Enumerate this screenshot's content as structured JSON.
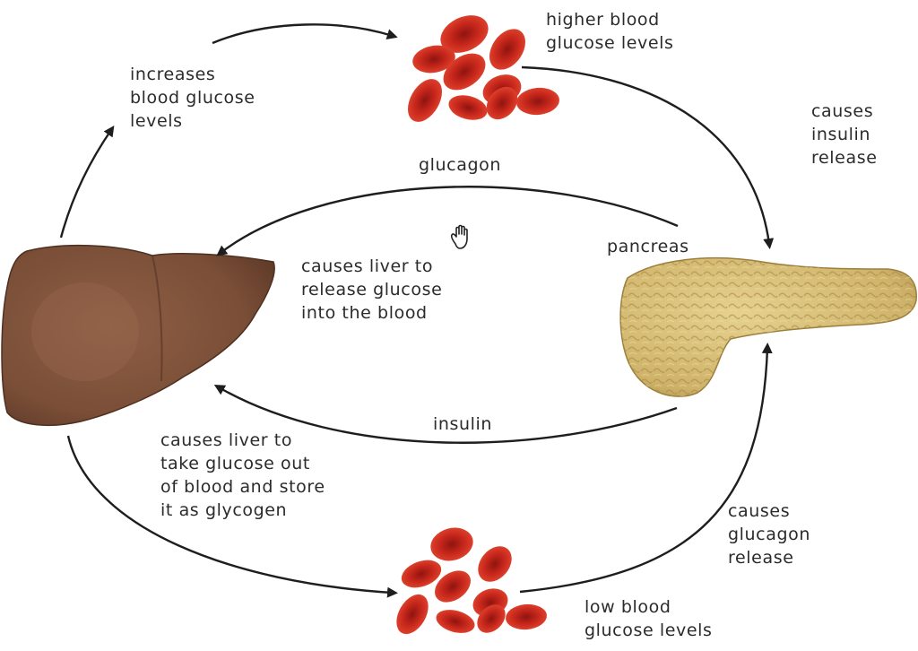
{
  "organs": {
    "liver": "liver",
    "pancreas": "pancreas"
  },
  "labels": {
    "higher_blood_glucose": [
      "higher blood",
      "glucose levels"
    ],
    "increases_blood_glucose": [
      "increases",
      "blood glucose",
      "levels"
    ],
    "causes_insulin_release": [
      "causes",
      "insulin",
      "release"
    ],
    "glucagon": "glucagon",
    "pancreas": "pancreas",
    "causes_liver_release": [
      "causes liver to",
      "release glucose",
      "into the blood"
    ],
    "insulin": "insulin",
    "causes_liver_take": [
      "causes liver to",
      "take glucose out",
      "of blood and store",
      "it as glycogen"
    ],
    "causes_glucagon_release": [
      "causes",
      "glucagon",
      "release"
    ],
    "low_blood_glucose": [
      "low blood",
      "glucose levels"
    ]
  },
  "icons": {
    "cursor": "hand-cursor-icon"
  },
  "colors": {
    "liver": "#8a5a3e",
    "pancreas": "#d9c07a",
    "blood_cell": "#c8281c",
    "arrow": "#1e1e1e"
  }
}
